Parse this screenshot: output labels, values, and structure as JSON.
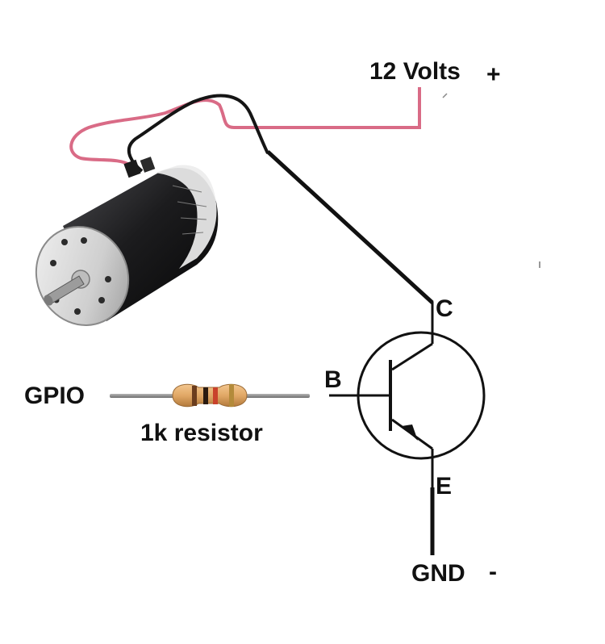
{
  "labels": {
    "supply": "12 Volts",
    "supply_sign": "+",
    "ground": "GND",
    "ground_sign": "-",
    "gpio": "GPIO",
    "resistor": "1k resistor",
    "collector": "C",
    "base": "B",
    "emitter": "E"
  },
  "colors": {
    "red_wire": "#d96b86",
    "black_wire": "#111111",
    "lead_wire": "#8a8a8a",
    "resistor_body": "#e1a866",
    "motor_body": "#1c1c1e",
    "motor_cap": "#d8d8d8"
  }
}
